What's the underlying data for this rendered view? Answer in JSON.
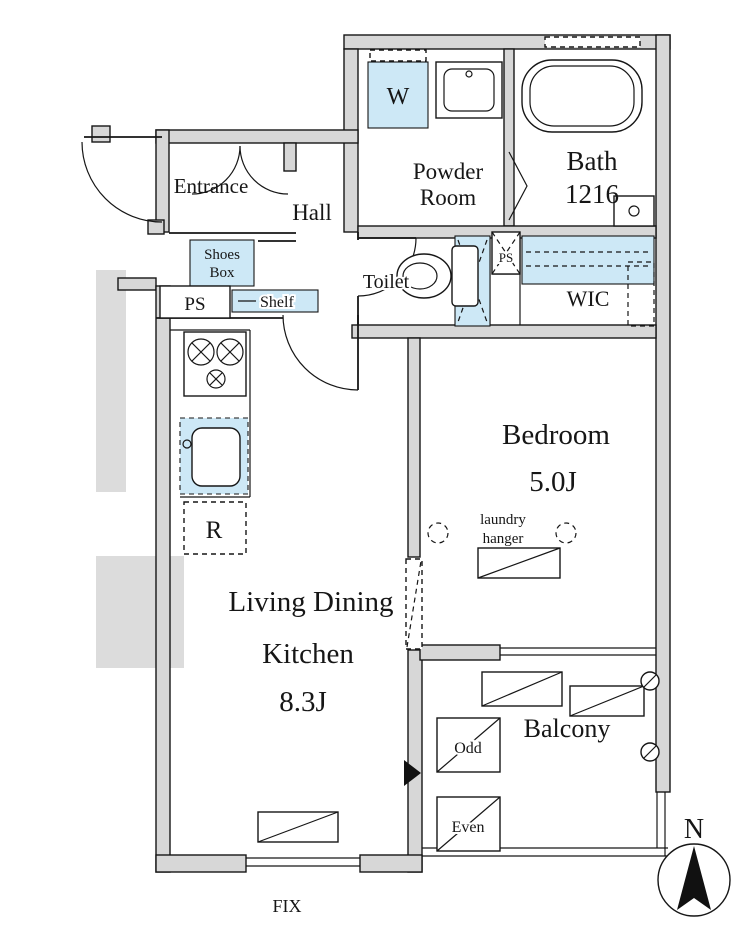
{
  "colors": {
    "wall_fill": "#d7d7d7",
    "silhouette_fill": "#dcdcdc",
    "fixture_fill": "#cde8f6",
    "line": "#161616"
  },
  "rooms": {
    "entrance": {
      "label": "Entrance"
    },
    "hall": {
      "label": "Hall"
    },
    "powder_room": {
      "line1": "Powder",
      "line2": "Room"
    },
    "bath": {
      "label": "Bath",
      "size": "1216"
    },
    "toilet": {
      "label": "Toilet"
    },
    "wic": {
      "label": "WIC"
    },
    "bedroom": {
      "label": "Bedroom",
      "size": "5.0J"
    },
    "ldk": {
      "line1": "Living Dining",
      "line2": "Kitchen",
      "size": "8.3J"
    },
    "balcony": {
      "label": "Balcony"
    }
  },
  "fixtures": {
    "washing_machine": "W",
    "shoes_box_line1": "Shoes",
    "shoes_box_line2": "Box",
    "shelf": "Shelf",
    "ps_left": "PS",
    "ps_right": "PS",
    "refrigerator": "R",
    "laundry_line1": "laundry",
    "laundry_line2": "hanger",
    "balcony_odd": "Odd",
    "balcony_even": "Even",
    "fix_window": "FIX",
    "compass_north": "N"
  }
}
